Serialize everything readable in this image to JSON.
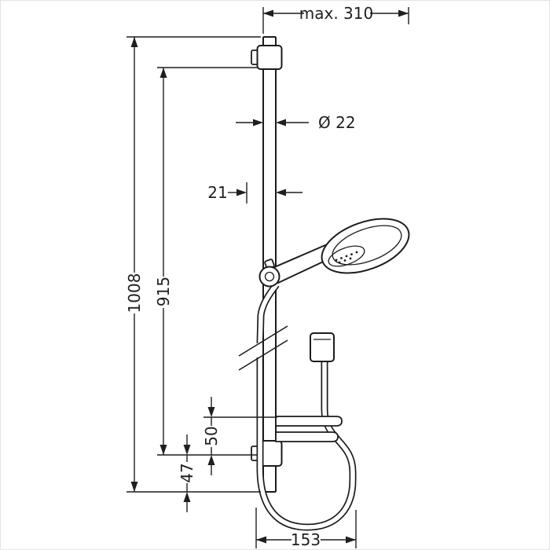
{
  "drawing": {
    "type": "technical-dimension-drawing",
    "subject": "shower-rail-set-with-hand-shower-and-hose",
    "labels": {
      "max_width": "max. 310",
      "bar_diameter": "Ø 22",
      "bar_offset": "21",
      "overall_height": "1008",
      "bar_hole_height": "915",
      "dish_spacing": "50",
      "bottom_spacing": "47",
      "hose_loop_width": "153"
    },
    "colors": {
      "line": "#1c1c1c",
      "background": "#ffffff"
    }
  }
}
